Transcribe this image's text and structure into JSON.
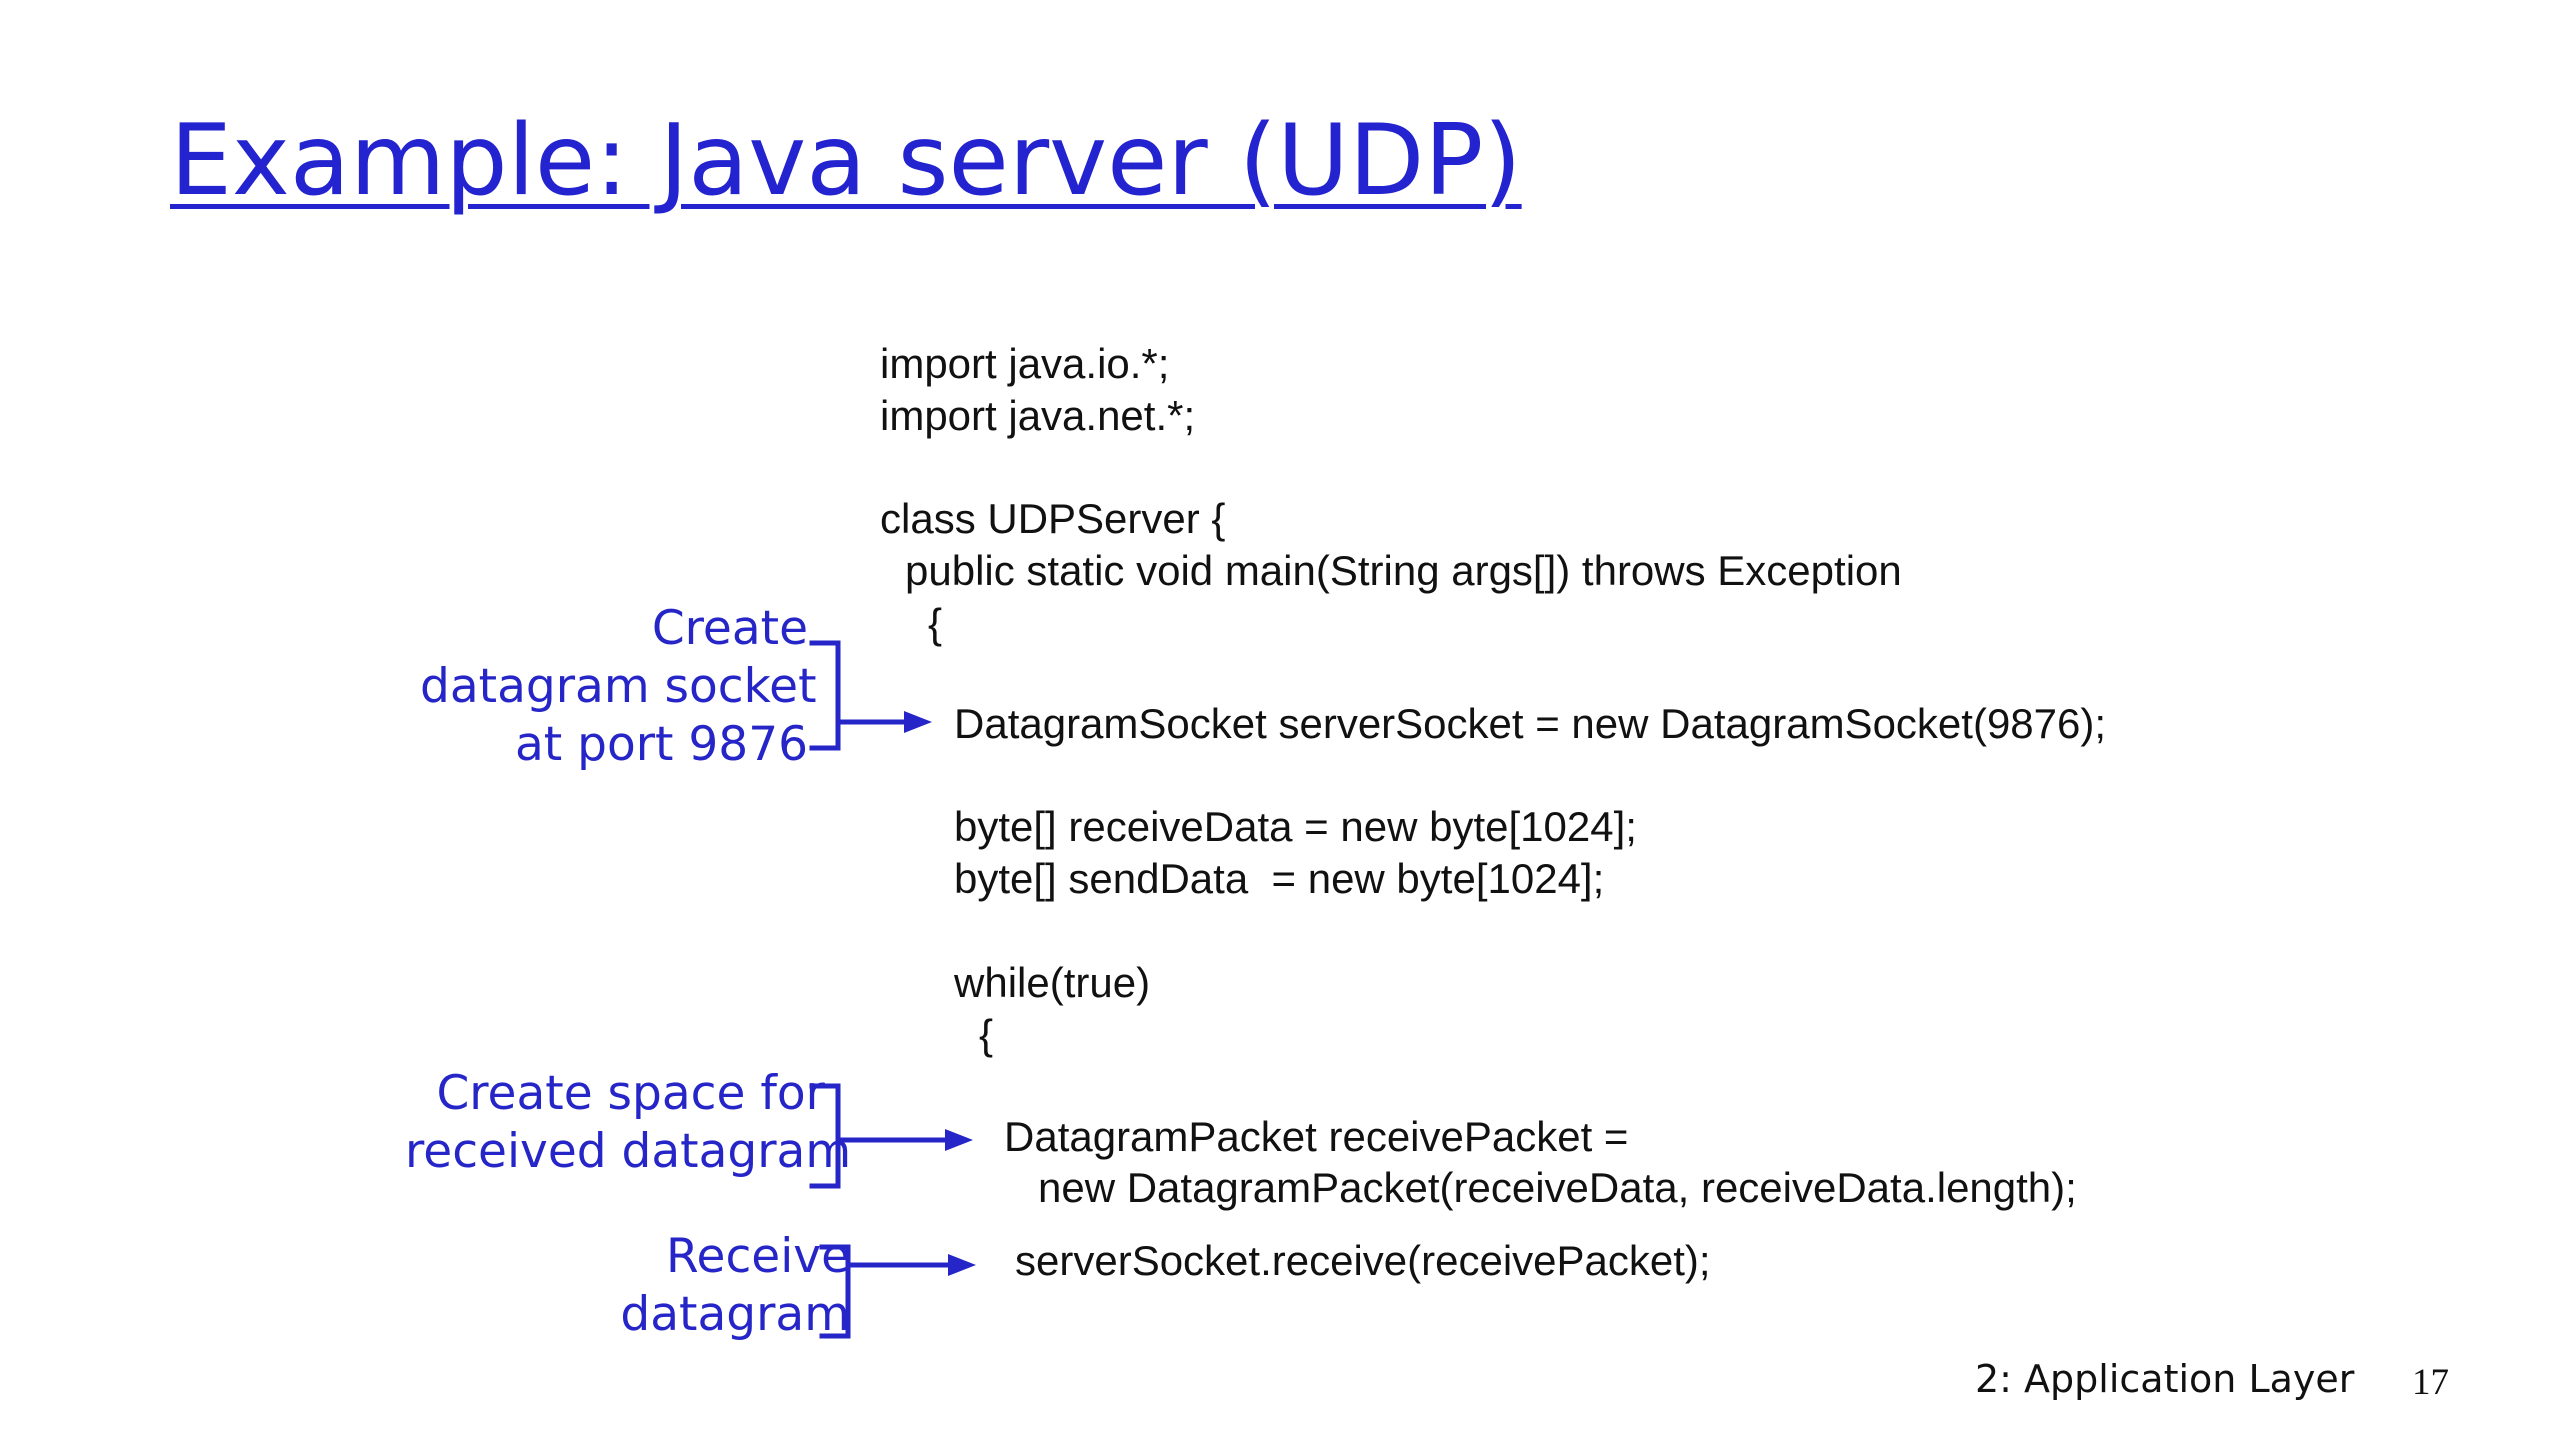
{
  "slide": {
    "title": "Example: Java server (UDP)",
    "code": {
      "lines": [
        "import java.io.*;",
        "import java.net.*;",
        "class UDPServer {",
        "public static void main(String args[]) throws Exception",
        "{",
        "DatagramSocket serverSocket = new DatagramSocket(9876);",
        "byte[] receiveData = new byte[1024];",
        "byte[] sendData  = new byte[1024];",
        "while(true)",
        "{",
        "DatagramPacket receivePacket =",
        "new DatagramPacket(receiveData, receiveData.length);",
        "serverSocket.receive(receivePacket);"
      ]
    },
    "annotations": [
      {
        "lines": [
          "Create",
          "datagram socket",
          "at port 9876"
        ]
      },
      {
        "lines": [
          "Create space for",
          "received datagram"
        ]
      },
      {
        "lines": [
          "Receive",
          "datagram"
        ]
      }
    ],
    "footer": {
      "section": "2: Application Layer",
      "page_number": "17"
    },
    "colors": {
      "title": "#2323cf",
      "annotation": "#2626c8",
      "code": "#111111",
      "background": "#ffffff"
    }
  }
}
